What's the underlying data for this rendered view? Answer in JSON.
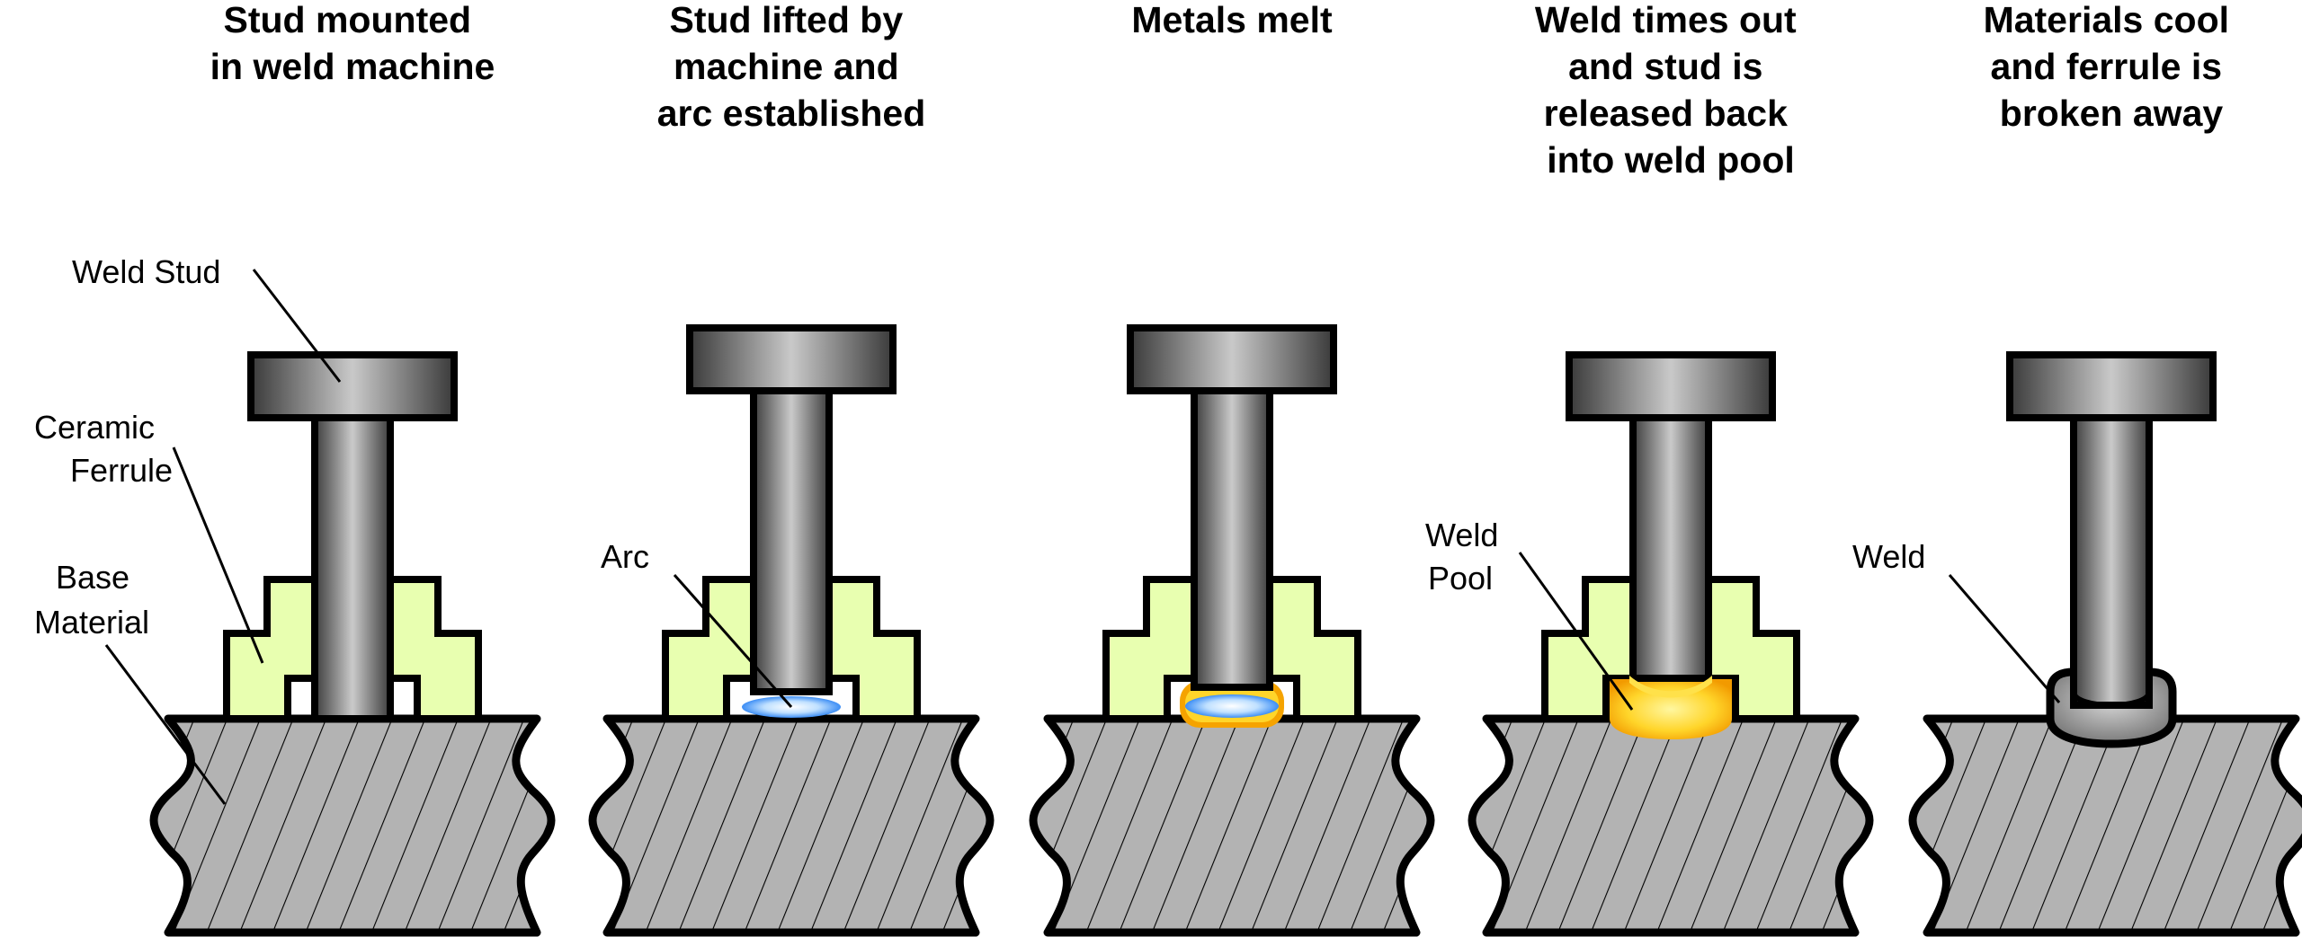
{
  "panels": [
    {
      "title": [
        "Stud mounted",
        "in weld machine"
      ],
      "stage": "mounted"
    },
    {
      "title": [
        "Stud lifted by",
        "machine and",
        "arc established"
      ],
      "stage": "arc"
    },
    {
      "title": [
        "Metals melt"
      ],
      "stage": "melt"
    },
    {
      "title": [
        "Weld times out",
        "and stud is",
        "released back",
        "into weld pool"
      ],
      "stage": "pool"
    },
    {
      "title": [
        "Materials cool",
        "and ferrule is",
        "broken away"
      ],
      "stage": "cooled"
    }
  ],
  "callouts": {
    "weld_stud": [
      "Weld Stud"
    ],
    "ceramic_ferrule": [
      "Ceramic",
      "Ferrule"
    ],
    "base_material": [
      "Base",
      "Material"
    ],
    "arc": [
      "Arc"
    ],
    "weld_pool": [
      "Weld",
      "Pool"
    ],
    "weld": [
      "Weld"
    ]
  },
  "colors": {
    "outline": "#000000",
    "base_material": "#b3b3b3",
    "ferrule": "#e8ffb0",
    "stud_dark": "#3c3c3c",
    "stud_light": "#c8c8c8",
    "arc_blue": "#5aa8ff",
    "molten_yellow": "#ffe14a",
    "molten_orange": "#f5a300",
    "weld_gray": "#8c8c8c"
  }
}
